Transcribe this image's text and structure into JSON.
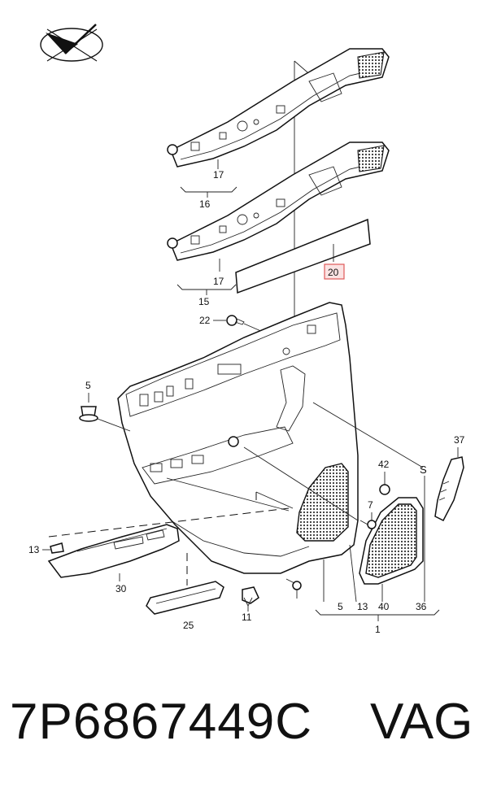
{
  "callouts": {
    "c1": "1",
    "c5a": "5",
    "c5b": "5",
    "c7": "7",
    "c11": "11",
    "c13a": "13",
    "c13b": "13",
    "c15": "15",
    "c16": "16",
    "c17a": "17",
    "c17b": "17",
    "c20": "20",
    "c22": "22",
    "c25": "25",
    "c30": "30",
    "c36": "36",
    "c37": "37",
    "c40": "40",
    "c42": "42"
  },
  "footer": {
    "part_number": "7P6867449C",
    "brand": "VAG"
  },
  "colors": {
    "highlight_border": "#e05a5a",
    "highlight_fill": "#fbe3e3",
    "line": "#111111"
  }
}
